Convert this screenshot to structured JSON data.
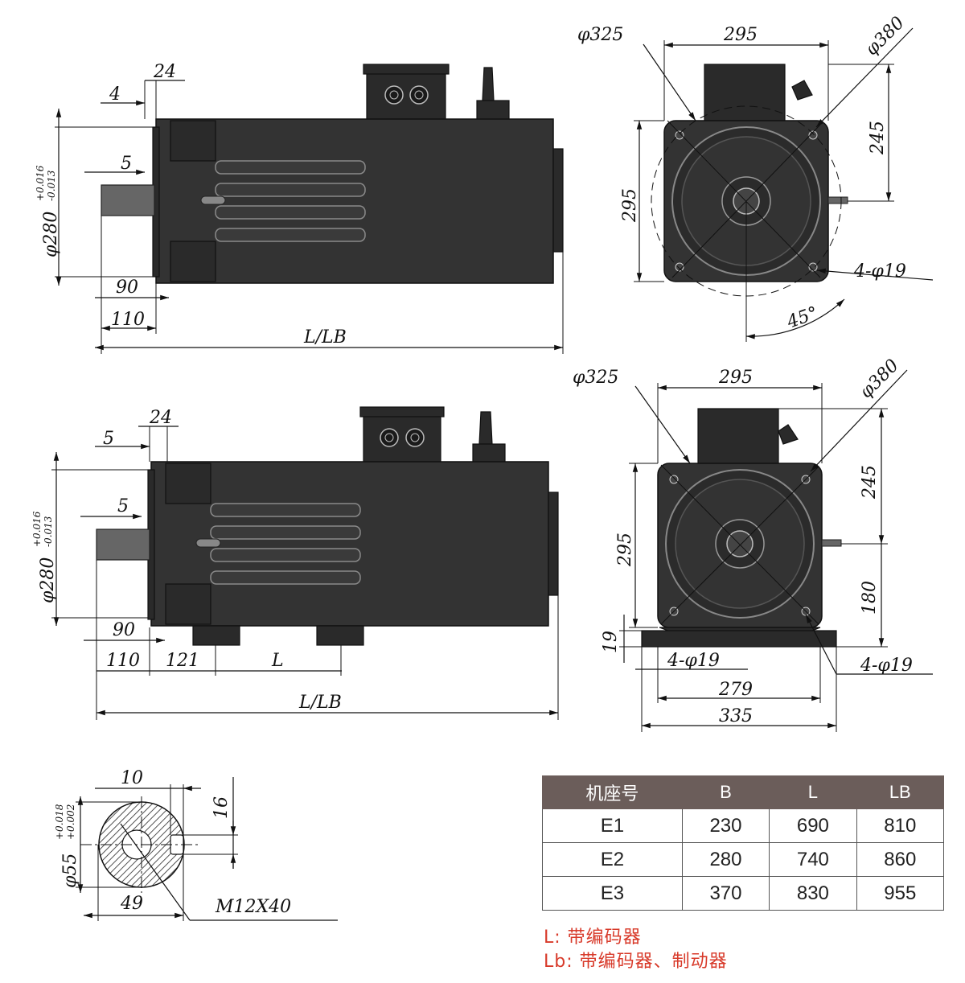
{
  "top_side_view": {
    "d_24": "24",
    "d_4": "4",
    "d_5": "5",
    "d_90": "90",
    "d_110": "110",
    "d_llb": "L/LB",
    "dia_280": "φ280",
    "tol_plus": "+0.016",
    "tol_minus": "-0.013"
  },
  "top_front_view": {
    "dia_325": "φ325",
    "w_295": "295",
    "dia_380": "φ380",
    "h_245": "245",
    "h_295": "295",
    "holes": "4-φ19",
    "angle": "45°"
  },
  "bottom_side_view": {
    "d_24": "24",
    "d_5a": "5",
    "d_5b": "5",
    "d_90": "90",
    "d_110": "110",
    "d_121": "121",
    "d_l": "L",
    "d_llb": "L/LB",
    "dia_280": "φ280",
    "tol_plus": "+0.016",
    "tol_minus": "-0.013"
  },
  "bottom_front_view": {
    "dia_325": "φ325",
    "w_295": "295",
    "dia_380": "φ380",
    "h_245": "245",
    "h_295": "295",
    "h_180": "180",
    "h_19": "19",
    "holes_left": "4-φ19",
    "holes_right": "4-φ19",
    "w_279": "279",
    "w_335": "335"
  },
  "shaft_section": {
    "d_10": "10",
    "d_16": "16",
    "d_49": "49",
    "dia_55": "φ55",
    "tol_plus": "+0.018",
    "tol_minus": "+0.002",
    "thread": "M12X40"
  },
  "spec_table": {
    "headers": [
      "机座号",
      "B",
      "L",
      "LB"
    ],
    "rows": [
      [
        "E1",
        "230",
        "690",
        "810"
      ],
      [
        "E2",
        "280",
        "740",
        "860"
      ],
      [
        "E3",
        "370",
        "830",
        "955"
      ]
    ]
  },
  "notes": {
    "l": "L:  带编码器",
    "lb": "Lb:  带编码器、制动器"
  },
  "colors": {
    "header_bg": "#6b5d5a",
    "note_red": "#d83a2a",
    "body": "#333333"
  }
}
